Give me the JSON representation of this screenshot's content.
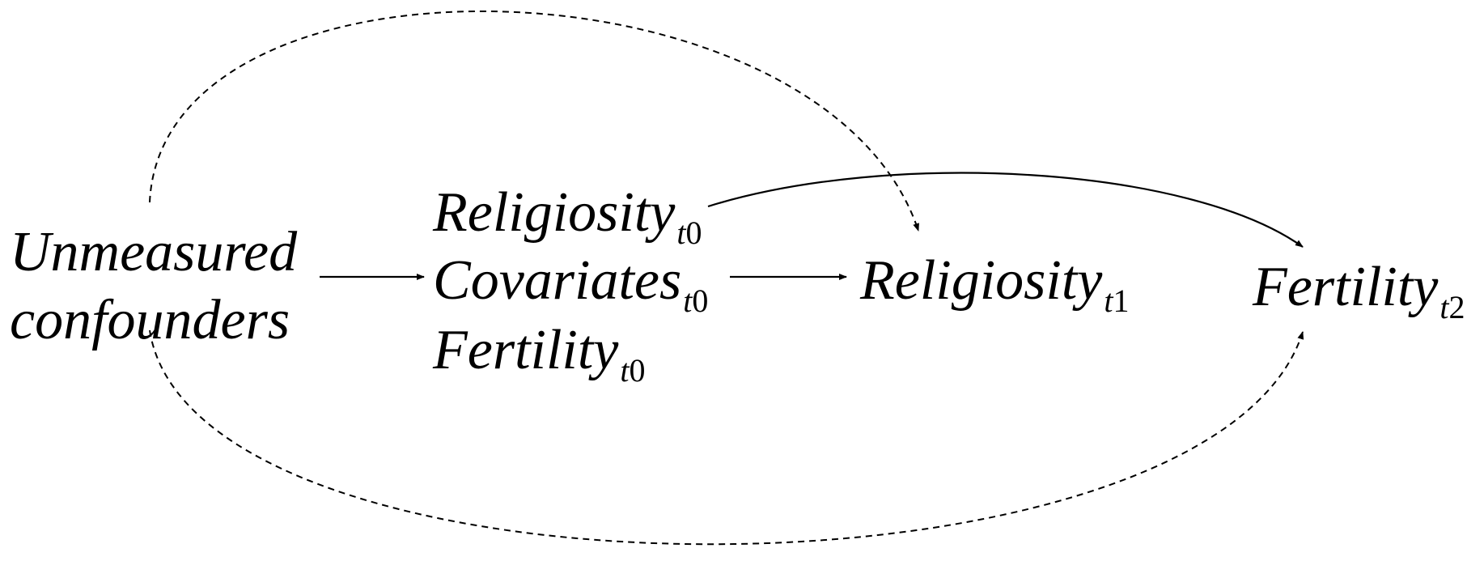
{
  "nodes": {
    "confounders": {
      "line1": "Unmeasured",
      "line2": "confounders"
    },
    "baseline": {
      "religiosity": {
        "name": "Religiosity",
        "sub_var": "t",
        "sub_num": "0"
      },
      "covariates": {
        "name": "Covariates",
        "sub_var": "t",
        "sub_num": "0"
      },
      "fertility": {
        "name": "Fertility",
        "sub_var": "t",
        "sub_num": "0"
      }
    },
    "religiosity_t1": {
      "name": "Religiosity",
      "sub_var": "t",
      "sub_num": "1"
    },
    "fertility_t2": {
      "name": "Fertility",
      "sub_var": "t",
      "sub_num": "2"
    }
  },
  "edges": [
    {
      "from": "Unmeasured confounders",
      "to": "baseline block",
      "style": "solid"
    },
    {
      "from": "baseline block",
      "to": "Religiosity t1",
      "style": "solid"
    },
    {
      "from": "Religiosity t0",
      "to": "Fertility t2",
      "style": "solid"
    },
    {
      "from": "Unmeasured confounders",
      "to": "Religiosity t1",
      "style": "dashed"
    },
    {
      "from": "Unmeasured confounders",
      "to": "Fertility t2",
      "style": "dashed"
    }
  ],
  "colors": {
    "ink": "#000000",
    "background": "#ffffff"
  }
}
